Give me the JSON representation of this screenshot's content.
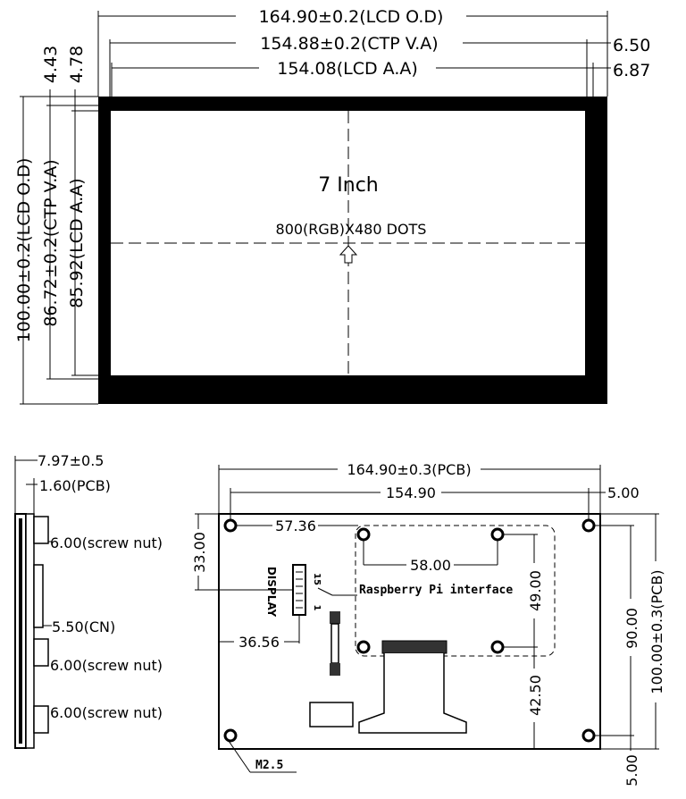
{
  "top_view": {
    "lcd_od_width": "164.90±0.2(LCD O.D)",
    "ctp_va_width": "154.88±0.2(CTP V.A)",
    "lcd_aa_width": "154.08(LCD A.A)",
    "right_offset_ctp": "6.50",
    "right_offset_aa": "6.87",
    "top_offset_1": "4.43",
    "top_offset_2": "4.78",
    "lcd_od_height": "100.00±0.2(LCD O.D)",
    "ctp_va_height": "86.72±0.2(CTP V.A)",
    "lcd_aa_height": "85.92(LCD A.A)",
    "size_label": "7 Inch",
    "resolution_label": "800(RGB)X480  DOTS"
  },
  "side_view": {
    "total_thickness": "7.97±0.5",
    "pcb_thickness": "1.60(PCB)",
    "screw_nut_1": "6.00(screw nut)",
    "connector": "5.50(CN)",
    "screw_nut_2": "6.00(screw nut)",
    "screw_nut_3": "6.00(screw nut)"
  },
  "back_view": {
    "pcb_width": "164.90±0.3(PCB)",
    "hole_span_width": "154.90",
    "right_margin": "5.00",
    "hole_to_pi_left": "57.36",
    "pi_hole_spacing_x": "58.00",
    "left_to_display_conn": "33.00",
    "display_conn_label": "DISPLAY",
    "pin_15": "15",
    "pin_1": "1",
    "pi_interface_label": "Raspberry Pi interface",
    "pi_hole_spacing_y": "49.00",
    "left_to_conn_bottom": "36.56",
    "pi_to_bottom": "42.50",
    "hole_span_height": "90.00",
    "pcb_height": "100.00±0.3(PCB)",
    "bottom_margin": "5.00",
    "screw_label": "M2.5"
  }
}
